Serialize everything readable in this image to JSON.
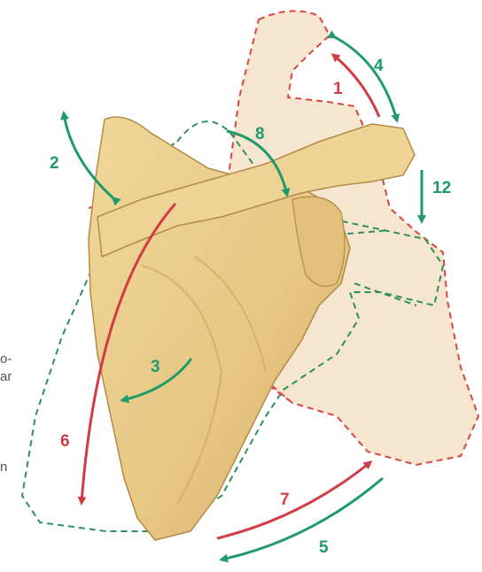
{
  "figure": {
    "labels": [
      {
        "id": "1",
        "text": "1",
        "color": "#d23c44"
      },
      {
        "id": "2",
        "text": "2",
        "color": "#1f9a6c"
      },
      {
        "id": "3",
        "text": "3",
        "color": "#1f9a6c"
      },
      {
        "id": "4",
        "text": "4",
        "color": "#1f9a6c"
      },
      {
        "id": "5",
        "text": "5",
        "color": "#1f9a6c"
      },
      {
        "id": "6",
        "text": "6",
        "color": "#d23c44"
      },
      {
        "id": "7",
        "text": "7",
        "color": "#d23c44"
      },
      {
        "id": "8",
        "text": "8",
        "color": "#1f9a6c"
      },
      {
        "id": "12",
        "text": "12",
        "color": "#1f9a6c"
      }
    ],
    "side_text": [
      "o-",
      "ar",
      "n"
    ],
    "colors": {
      "bone_fill": "#e9cf8e",
      "bone_shadow": "#c9a35e",
      "ghost_fill": "#f7e6cf",
      "red_dash": "#d6473f",
      "green_dash": "#2e8f5e",
      "red_arrow": "#d23c44",
      "green_arrow": "#1f9a6c"
    }
  }
}
